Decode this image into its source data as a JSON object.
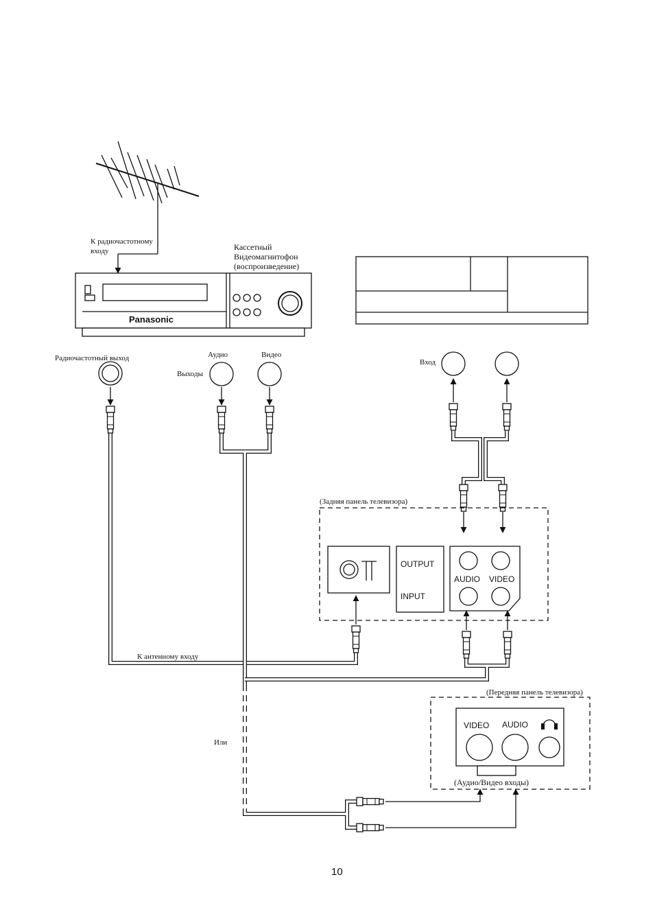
{
  "antenna": {
    "rf_input_label_1": "К радиочастотному",
    "rf_input_label_2": "входу"
  },
  "vcr": {
    "title_1": "Кассетный",
    "title_2": "Видеомагнитофон",
    "title_3": "(воспроизведение)",
    "brand": "Panasonic",
    "rf_output_label": "Радиочастотный выход",
    "audio_label": "Аудио",
    "video_label": "Видео",
    "outputs_label": "Выходы"
  },
  "input_jacks": {
    "label": "Вход"
  },
  "tv_rear": {
    "label": "(Задняя панель телевизора)",
    "output_label": "OUTPUT",
    "input_label": "INPUT",
    "audio_label": "AUDIO",
    "video_label": "VIDEO",
    "antenna_input_label": "К антенному входу"
  },
  "tv_front": {
    "label": "(Передняя панель телевизора)",
    "video_label": "VIDEO",
    "audio_label": "AUDIO",
    "headphone_icon": "headphone-icon",
    "av_inputs_label": "(Аудио/Видео входы)"
  },
  "or_label": "Или",
  "page_number": "10"
}
